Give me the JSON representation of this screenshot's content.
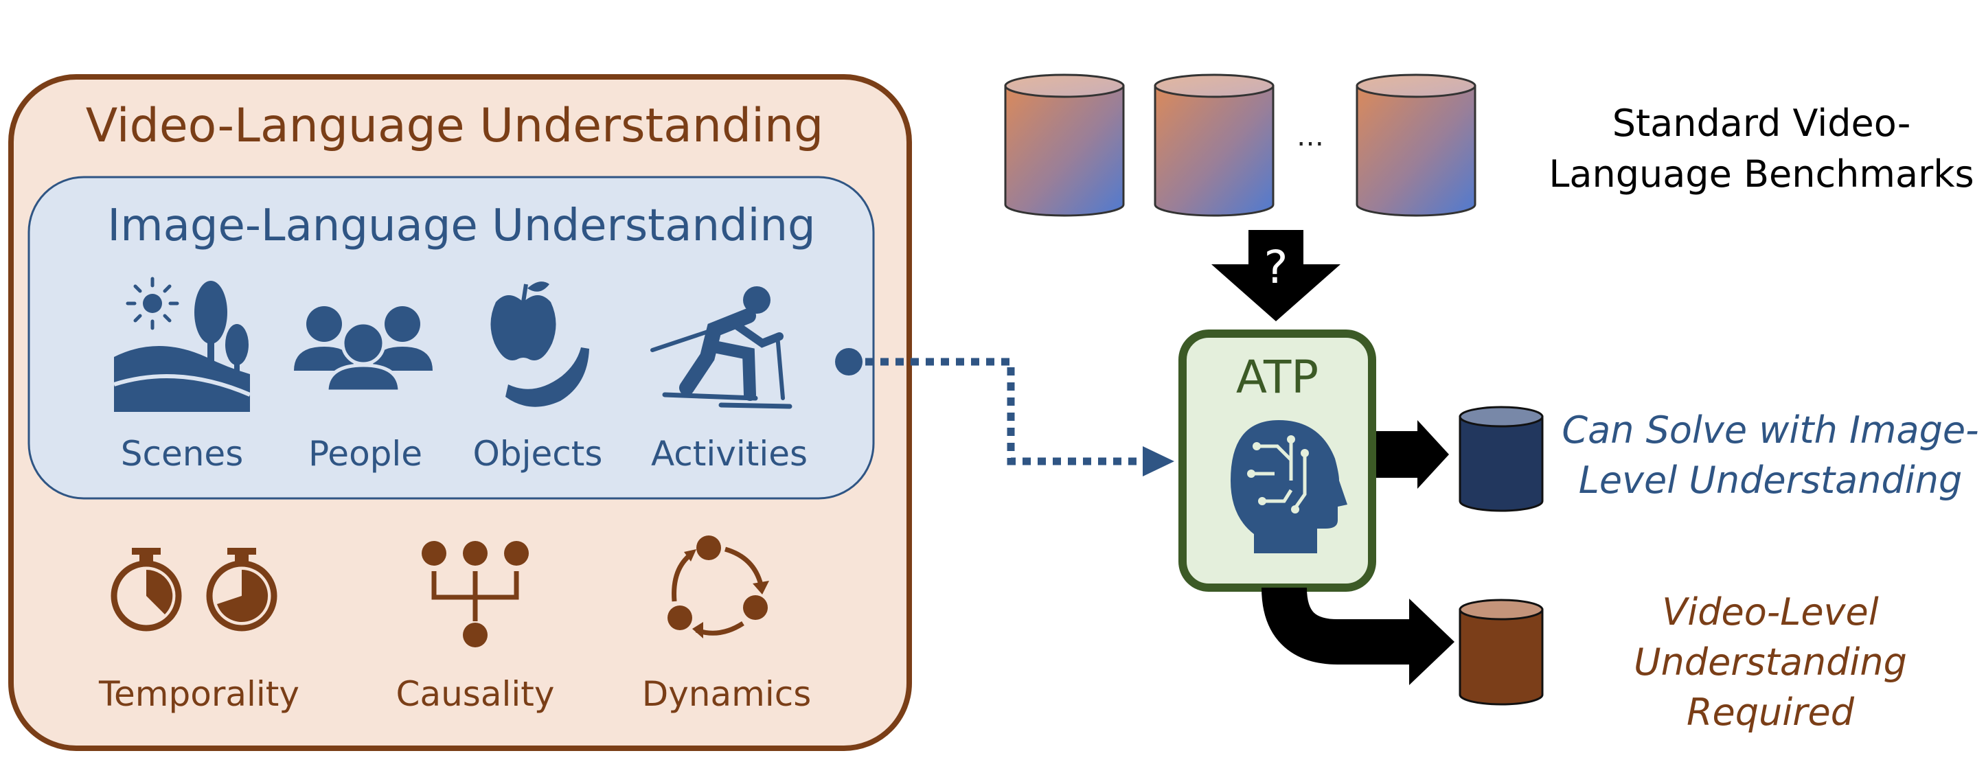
{
  "left_panel": {
    "title": "Video-Language Understanding",
    "inner_title": "Image-Language Understanding",
    "image_concepts": [
      {
        "label": "Scenes",
        "icon": "scene-landscape-icon"
      },
      {
        "label": "People",
        "icon": "people-group-icon"
      },
      {
        "label": "Objects",
        "icon": "fruit-objects-icon"
      },
      {
        "label": "Activities",
        "icon": "skier-activity-icon"
      }
    ],
    "video_concepts": [
      {
        "label": "Temporality",
        "icon": "stopwatch-icon"
      },
      {
        "label": "Causality",
        "icon": "causal-tree-icon"
      },
      {
        "label": "Dynamics",
        "icon": "cycle-arrows-icon"
      }
    ]
  },
  "benchmarks": {
    "ellipsis": "…",
    "label_line1": "Standard Video-",
    "label_line2": "Language Benchmarks",
    "question_mark": "?"
  },
  "atp": {
    "label": "ATP",
    "icon": "ai-head-circuit-icon"
  },
  "outcomes": {
    "image_level_line1": "Can Solve with Image-",
    "image_level_line2": "Level Understanding",
    "video_level_line1": "Video-Level",
    "video_level_line2": "Understanding",
    "video_level_line3": "Required"
  },
  "colors": {
    "brown": "#7a3e17",
    "peach_fill": "#f7e4d8",
    "navy": "#2f5584",
    "light_blue_fill": "#dbe4f1",
    "atp_green_border": "#3c5a26",
    "atp_green_fill": "#e4efdc",
    "black": "#000000",
    "dark_navy_cylinder": "#22375e",
    "brown_cylinder": "#7b3e19"
  }
}
